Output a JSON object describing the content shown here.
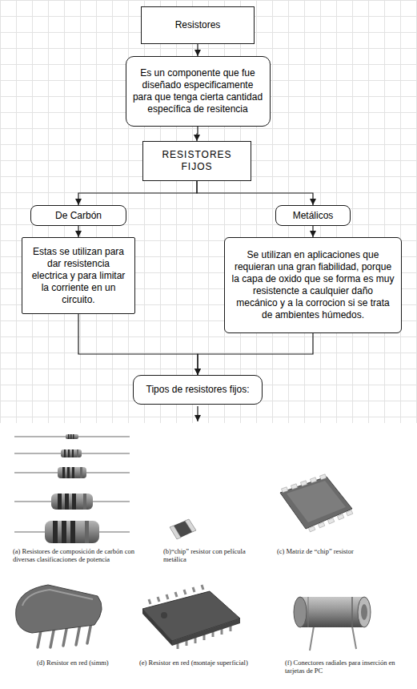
{
  "diagram": {
    "nodes": [
      {
        "text": [
          "Resistores"
        ]
      },
      {
        "text": [
          "Es un componente que fue diseñado especificamente para que tenga cierta cantidad específica de resitencia"
        ]
      },
      {
        "text": [
          "RESISTORES FIJOS"
        ]
      },
      {
        "text": [
          "De Carbón"
        ]
      },
      {
        "text": [
          "Metálicos"
        ]
      },
      {
        "text": [
          "Estas se utilizan para dar resistencia electrica y para limitar la corriente en un circuito."
        ]
      },
      {
        "text": [
          "Se utilizan en aplicaciones que requieran una gran fiabilidad, porque la capa de oxido que se forma es muy resistencte a caulquier daño mecánico y a la corrocion si se trata de ambientes húmedos."
        ]
      },
      {
        "text": [
          "Tipos de resistores fijos:"
        ]
      }
    ],
    "edges": [
      {
        "from": 0,
        "to": 1,
        "arrow": "to"
      },
      {
        "from": 1,
        "to": 2,
        "arrow": "to"
      },
      {
        "from": 2,
        "to": 3,
        "arrow": "to"
      },
      {
        "from": 2,
        "to": 4,
        "arrow": "to"
      },
      {
        "from": 3,
        "to": 5,
        "arrow": "to"
      },
      {
        "from": 4,
        "to": 6,
        "arrow": "to"
      },
      {
        "from": 5,
        "to": 7,
        "arrow": "to"
      },
      {
        "from": 6,
        "to": 7,
        "arrow": "to"
      }
    ],
    "labels": [
      "(a) Resistores de composición de carbón con diversas clasificaciones de potencia",
      "(b)“chip” resistor con película metálica",
      "(c) Matriz de “chip” resistor",
      "(d) Resistor en red (simm)",
      "(e) Resistor en red (montaje superficial)",
      "(f) Conectores radiales para inserción en tarjetas de PC"
    ]
  }
}
